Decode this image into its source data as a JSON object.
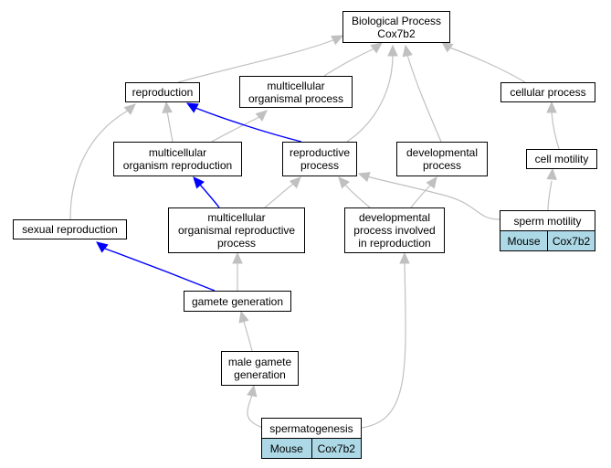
{
  "colors": {
    "edge_gray": "#c0c0c0",
    "edge_blue": "#0000ff",
    "annotation_fill": "#add8e6",
    "node_border": "#000000"
  },
  "nodes": {
    "root": "Biological Process\nCox7b2",
    "reproduction": "reproduction",
    "multicellular_organismal_process": "multicellular\norganismal process",
    "cellular_process": "cellular process",
    "multicellular_organism_reproduction": "multicellular\norganism reproduction",
    "reproductive_process": "reproductive\nprocess",
    "developmental_process": "developmental\nprocess",
    "cell_motility": "cell motility",
    "sexual_reproduction": "sexual reproduction",
    "multicellular_organismal_reproductive_process": "multicellular\norganismal reproductive\nprocess",
    "developmental_process_involved_in_reproduction": "developmental\nprocess involved\nin reproduction",
    "sperm_motility": "sperm motility",
    "gamete_generation": "gamete generation",
    "male_gamete_generation": "male gamete\ngeneration",
    "spermatogenesis": "spermatogenesis"
  },
  "annotations": {
    "sperm_motility": {
      "species": "Mouse",
      "gene": "Cox7b2"
    },
    "spermatogenesis": {
      "species": "Mouse",
      "gene": "Cox7b2"
    }
  },
  "edges": [
    {
      "from": "reproduction",
      "to": "root",
      "color": "gray"
    },
    {
      "from": "multicellular_organismal_process",
      "to": "root",
      "color": "gray"
    },
    {
      "from": "cellular_process",
      "to": "root",
      "color": "gray"
    },
    {
      "from": "reproductive_process",
      "to": "root",
      "color": "gray"
    },
    {
      "from": "developmental_process",
      "to": "root",
      "color": "gray"
    },
    {
      "from": "multicellular_organism_reproduction",
      "to": "reproduction",
      "color": "gray"
    },
    {
      "from": "multicellular_organism_reproduction",
      "to": "multicellular_organismal_process",
      "color": "gray"
    },
    {
      "from": "reproductive_process",
      "to": "reproduction",
      "color": "blue"
    },
    {
      "from": "sexual_reproduction",
      "to": "reproduction",
      "color": "gray"
    },
    {
      "from": "cell_motility",
      "to": "cellular_process",
      "color": "gray"
    },
    {
      "from": "multicellular_organismal_reproductive_process",
      "to": "multicellular_organism_reproduction",
      "color": "blue"
    },
    {
      "from": "multicellular_organismal_reproductive_process",
      "to": "reproductive_process",
      "color": "gray"
    },
    {
      "from": "developmental_process_involved_in_reproduction",
      "to": "reproductive_process",
      "color": "gray"
    },
    {
      "from": "developmental_process_involved_in_reproduction",
      "to": "developmental_process",
      "color": "gray"
    },
    {
      "from": "sperm_motility",
      "to": "reproductive_process",
      "color": "gray"
    },
    {
      "from": "sperm_motility",
      "to": "cell_motility",
      "color": "gray"
    },
    {
      "from": "gamete_generation",
      "to": "sexual_reproduction",
      "color": "blue"
    },
    {
      "from": "gamete_generation",
      "to": "multicellular_organismal_reproductive_process",
      "color": "gray"
    },
    {
      "from": "male_gamete_generation",
      "to": "gamete_generation",
      "color": "gray"
    },
    {
      "from": "spermatogenesis",
      "to": "male_gamete_generation",
      "color": "gray"
    },
    {
      "from": "spermatogenesis",
      "to": "developmental_process_involved_in_reproduction",
      "color": "gray"
    }
  ]
}
